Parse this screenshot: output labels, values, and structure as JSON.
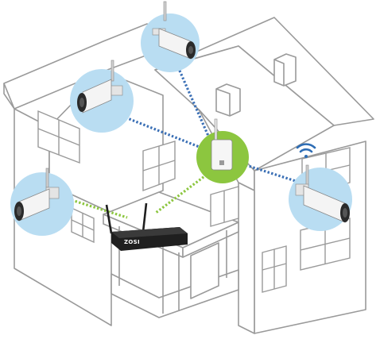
{
  "diagram": {
    "nvr": {
      "brand": "ZOSI"
    },
    "colors": {
      "house_outline": "#9a9a9a",
      "camera_circle": "#b9ddf2",
      "repeater_circle": "#8cc63f",
      "link_blue": "#3a6fb5",
      "link_green": "#8cc63f",
      "wifi_icon": "#2e6db4",
      "nvr_body": "#1f1f1f"
    },
    "cameras": [
      {
        "id": "camera-top"
      },
      {
        "id": "camera-upper-left"
      },
      {
        "id": "camera-left"
      },
      {
        "id": "camera-right"
      }
    ],
    "devices": [
      "nvr-recorder",
      "wifi-repeater"
    ],
    "icons": [
      "wifi-signal-icon"
    ]
  }
}
